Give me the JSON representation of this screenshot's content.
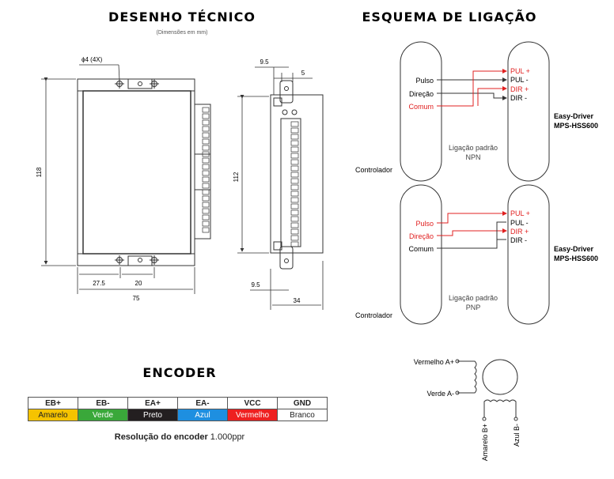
{
  "tech": {
    "title": "DESENHO TÉCNICO",
    "subtitle": "(Dimensões em mm)",
    "hole": "ϕ4 (4X)",
    "dims": {
      "height": "118",
      "width": "75",
      "a": "27.5",
      "b": "20",
      "side_height": "112",
      "side_top": "9.5",
      "side_slot": "5",
      "side_bottom": "9.5",
      "side_depth": "34"
    }
  },
  "wiring": {
    "title": "ESQUEMA DE LIGAÇÃO",
    "controller": "Controlador",
    "driver": [
      "Easy-Driver",
      "MPS-HSS600"
    ],
    "npn": {
      "inputs": [
        "Pulso",
        "Direção",
        "Comum"
      ],
      "outputs": [
        "PUL +",
        "PUL -",
        "DIR +",
        "DIR -"
      ],
      "label": [
        "Ligação padrão",
        "NPN"
      ]
    },
    "pnp": {
      "inputs": [
        "Pulso",
        "Direção",
        "Comum"
      ],
      "outputs": [
        "PUL +",
        "PUL -",
        "DIR +",
        "DIR -"
      ],
      "label": [
        "Ligação padrão",
        "PNP"
      ]
    }
  },
  "encoder": {
    "title": "ENCODER",
    "headers": [
      "EB+",
      "EB-",
      "EA+",
      "EA-",
      "VCC",
      "GND"
    ],
    "colors": [
      "Amarelo",
      "Verde",
      "Preto",
      "Azul",
      "Vermelho",
      "Branco"
    ],
    "swatches": [
      "#f5c300",
      "#3aa83a",
      "#231f20",
      "#1e8fe0",
      "#ee2020",
      "#ffffff"
    ],
    "resolution_label": "Resolução do encoder",
    "resolution_value": "1.000ppr"
  },
  "motor": {
    "a_plus": "Vermelho A+",
    "a_minus": "Verde A-",
    "b_plus": "Amarelo B+",
    "b_minus": "Azul B-"
  },
  "colors": {
    "red": "#e02020",
    "line": "#333333"
  }
}
